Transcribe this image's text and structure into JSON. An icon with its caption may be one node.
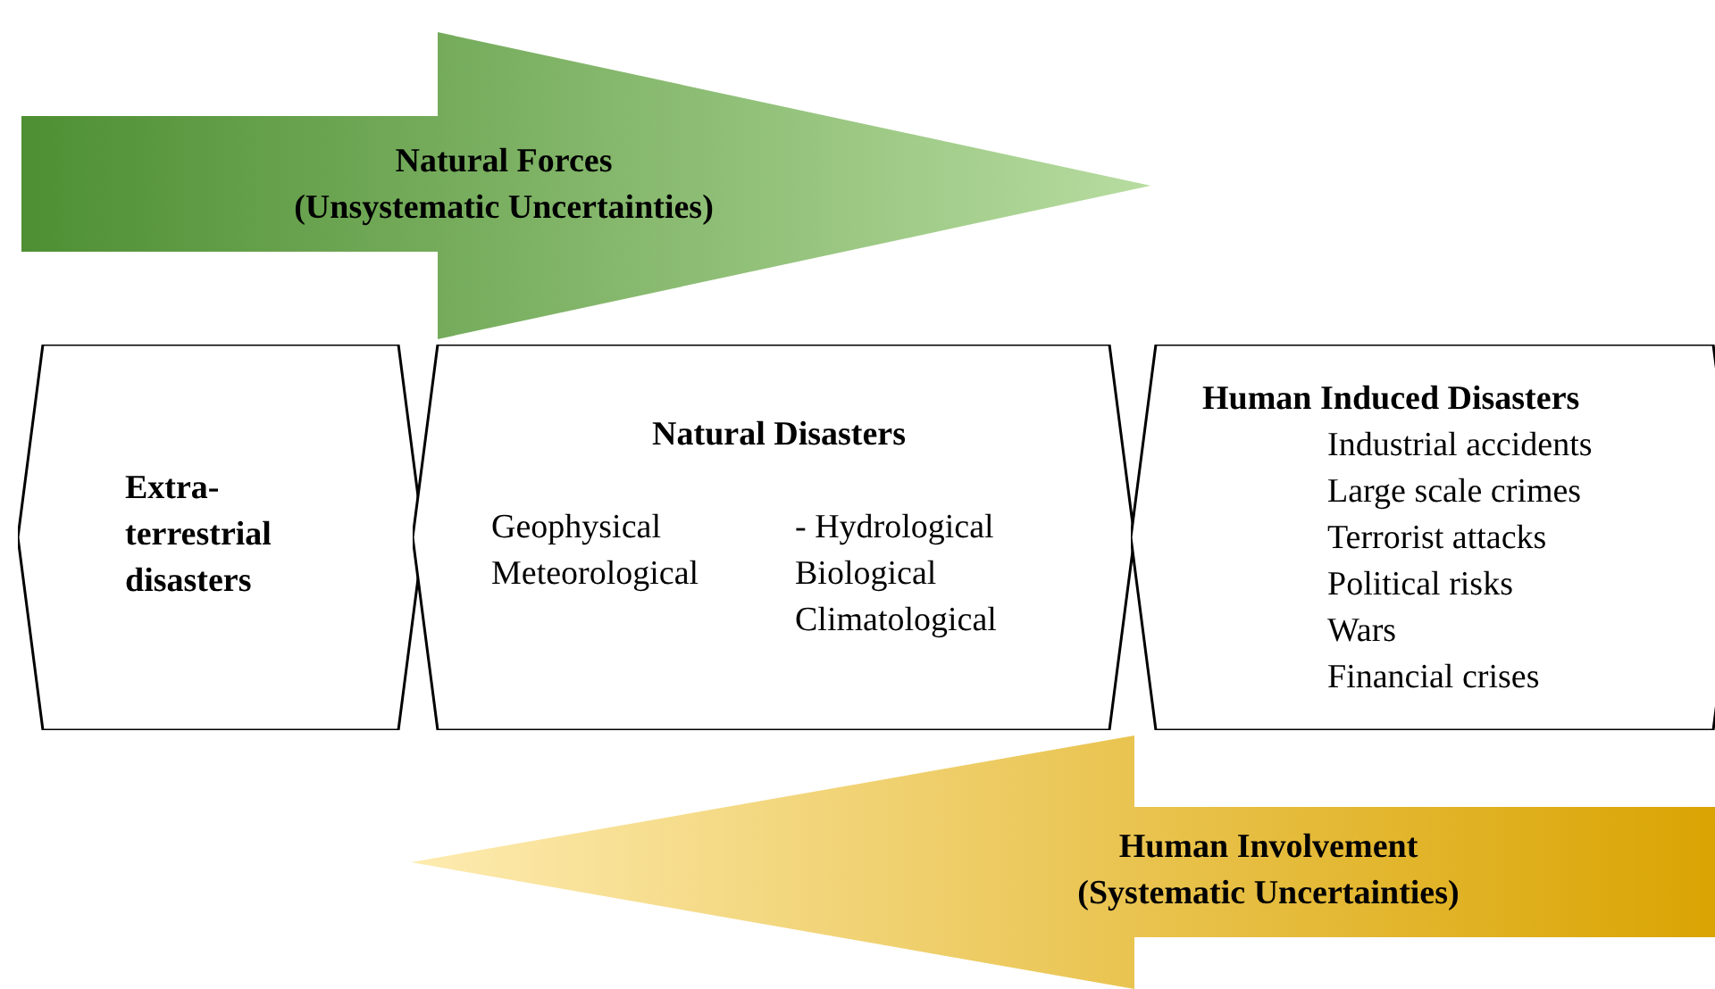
{
  "diagram": {
    "nodes": [
      {
        "text": [
          "Natural Forces",
          "(Unsystematic Uncertainties)"
        ]
      },
      {
        "text": [
          "Extra-terrestrial disasters"
        ]
      },
      {
        "text": [
          "Natural Disasters",
          "Geophysical Meteorological",
          "- Hydrological Biological Climatological"
        ]
      },
      {
        "text": [
          "Human Induced Disasters",
          "Industrial accidents",
          "Large scale crimes",
          "Terrorist attacks",
          "Political risks",
          "Wars",
          "Financial crises"
        ]
      },
      {
        "text": [
          "Human Involvement",
          "(Systematic Uncertainties)"
        ]
      }
    ]
  }
}
